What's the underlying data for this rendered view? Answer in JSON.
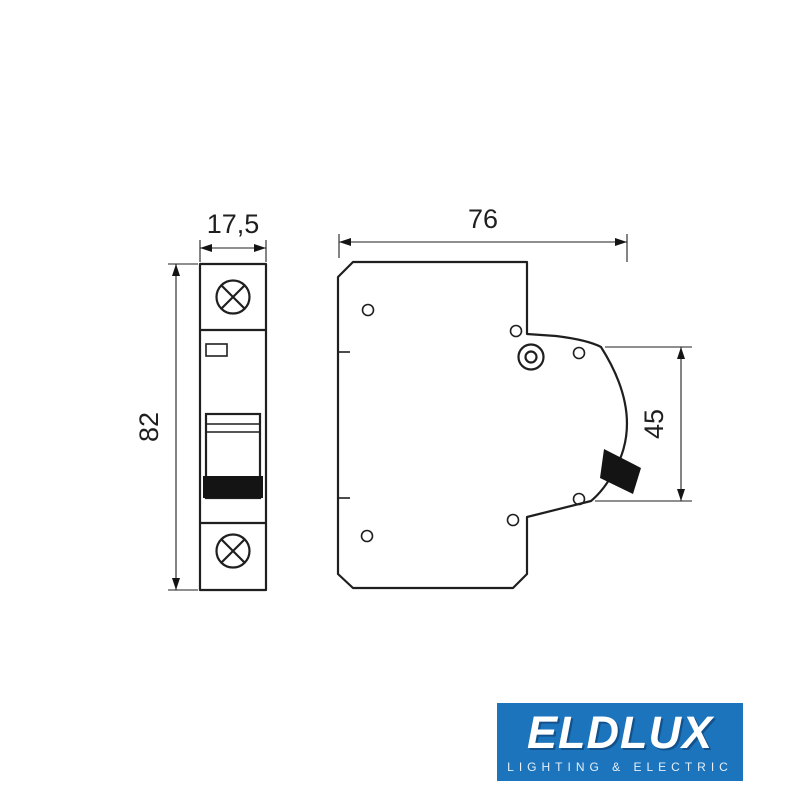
{
  "drawing": {
    "dim_front_width": "17,5",
    "dim_front_height": "82",
    "dim_side_width": "76",
    "dim_side_depth": "45"
  },
  "logo": {
    "brand": "ELDLUX",
    "tagline": "LIGHTING & ELECTRIC"
  },
  "colors": {
    "line": "#1f1f1f",
    "logo_bg": "#1b74bc"
  }
}
